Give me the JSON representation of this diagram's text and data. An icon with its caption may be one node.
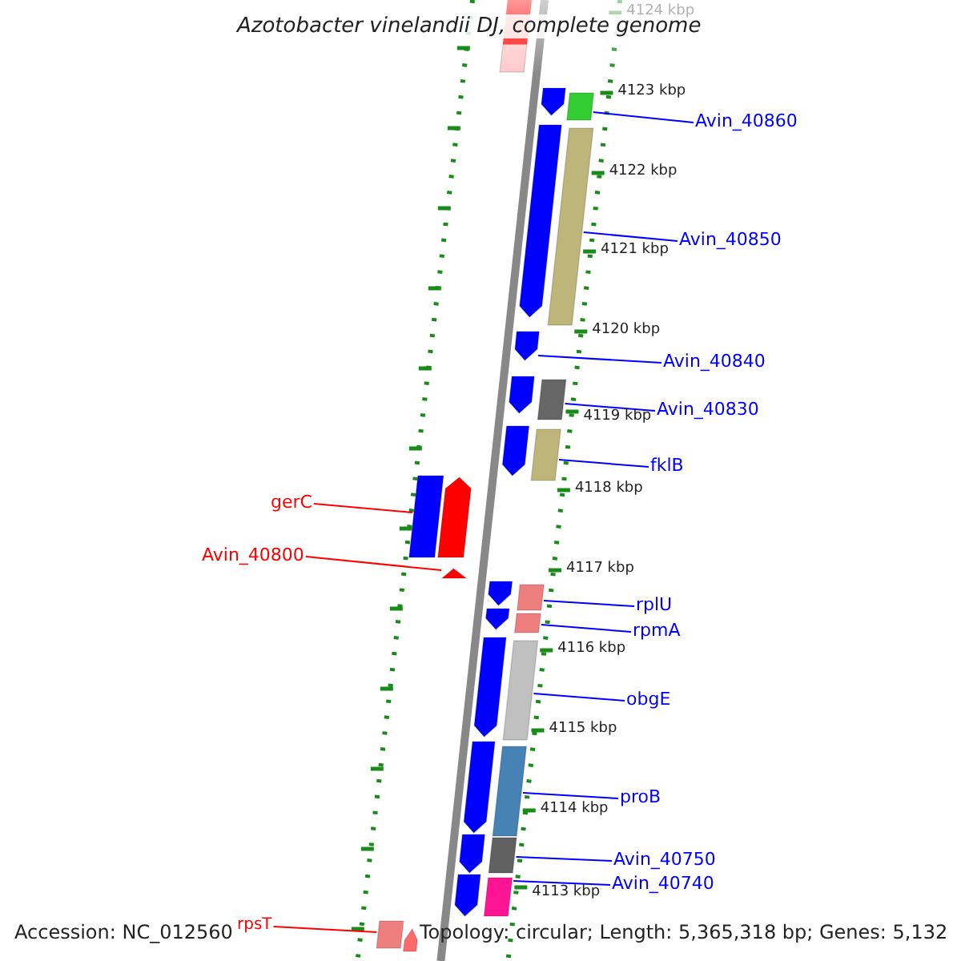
{
  "diagram": {
    "title": "Azotobacter vinelandii DJ, complete genome",
    "nodes": [
      {
        "text": [
          "Avin_40860"
        ]
      },
      {
        "text": [
          "Avin_40850"
        ]
      },
      {
        "text": [
          "Avin_40840"
        ]
      },
      {
        "text": [
          "Avin_40830"
        ]
      },
      {
        "text": [
          "fklB"
        ]
      },
      {
        "text": [
          "gerC"
        ]
      },
      {
        "text": [
          "Avin_40800"
        ]
      },
      {
        "text": [
          "rplU"
        ]
      },
      {
        "text": [
          "rpmA"
        ]
      },
      {
        "text": [
          "obgE"
        ]
      },
      {
        "text": [
          "proB"
        ]
      },
      {
        "text": [
          "Avin_40750"
        ]
      },
      {
        "text": [
          "Avin_40740"
        ]
      },
      {
        "text": [
          "rpsT"
        ]
      },
      {
        "text": [],
        "shape": "bar"
      },
      {
        "text": [],
        "shape": "pentagon"
      },
      {
        "text": [],
        "shape": "bar"
      },
      {
        "text": [],
        "shape": "pentagon"
      },
      {
        "text": [],
        "shape": "bar"
      },
      {
        "text": [],
        "shape": "pentagon"
      },
      {
        "text": [],
        "shape": "pentagon"
      },
      {
        "text": [],
        "shape": "bar"
      },
      {
        "text": [],
        "shape": "pentagon"
      },
      {
        "text": [],
        "shape": "bar"
      },
      {
        "text": [],
        "shape": "bar"
      },
      {
        "text": [],
        "shape": "pentagon"
      },
      {
        "text": [],
        "shape": "triangle"
      },
      {
        "text": [],
        "shape": "pentagon"
      },
      {
        "text": [],
        "shape": "bar"
      },
      {
        "text": [],
        "shape": "pentagon"
      },
      {
        "text": [],
        "shape": "bar"
      },
      {
        "text": [],
        "shape": "pentagon"
      },
      {
        "text": [],
        "shape": "bar"
      },
      {
        "text": [],
        "shape": "pentagon"
      },
      {
        "text": [],
        "shape": "bar"
      },
      {
        "text": [],
        "shape": "pentagon"
      },
      {
        "text": [],
        "shape": "bar"
      },
      {
        "text": [],
        "shape": "pentagon"
      },
      {
        "text": [],
        "shape": "bar"
      },
      {
        "text": [],
        "shape": "bar"
      },
      {
        "text": [],
        "shape": "pentagon"
      }
    ],
    "edges": [
      {
        "from": 0,
        "to": 16,
        "arrow": "none"
      },
      {
        "from": 1,
        "to": 18,
        "arrow": "none"
      },
      {
        "from": 2,
        "to": 19,
        "arrow": "none"
      },
      {
        "from": 3,
        "to": 21,
        "arrow": "none"
      },
      {
        "from": 4,
        "to": 23,
        "arrow": "none"
      },
      {
        "from": 5,
        "to": 24,
        "arrow": "none",
        "color": "#ff0000"
      },
      {
        "from": 6,
        "to": 26,
        "arrow": "none",
        "color": "#ff0000"
      },
      {
        "from": 7,
        "to": 28,
        "arrow": "none"
      },
      {
        "from": 8,
        "to": 30,
        "arrow": "none"
      },
      {
        "from": 9,
        "to": 32,
        "arrow": "none"
      },
      {
        "from": 10,
        "to": 34,
        "arrow": "none"
      },
      {
        "from": 11,
        "to": 36,
        "arrow": "none"
      },
      {
        "from": 12,
        "to": 38,
        "arrow": "none"
      },
      {
        "from": 13,
        "to": 39,
        "arrow": "none",
        "color": "#ff0000"
      }
    ],
    "labels": [
      "4124 kbp",
      "4123 kbp",
      "4122 kbp",
      "4121 kbp",
      "4120 kbp",
      "4119 kbp",
      "4118 kbp",
      "4117 kbp",
      "4116 kbp",
      "4115 kbp",
      "4114 kbp",
      "4113 kbp",
      "Accession: NC_012560",
      "Topology: circular; Length: 5,365,318 bp; Genes: 5,132"
    ]
  }
}
